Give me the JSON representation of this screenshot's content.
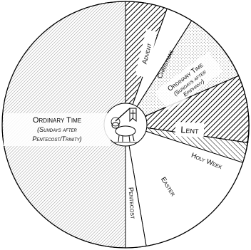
{
  "diagram": {
    "segments": [
      {
        "key": "advent",
        "label": "Advent",
        "pattern": "dense-diagonal"
      },
      {
        "key": "christmas",
        "label": "Christmas",
        "pattern": "none"
      },
      {
        "key": "epiphany",
        "label": "Ordinary Time",
        "sublabel_1": "(Sundays after",
        "sublabel_2": "Epiphany)",
        "pattern": "dots"
      },
      {
        "key": "lent",
        "label": "Lent",
        "pattern": "dense-diagonal"
      },
      {
        "key": "holyweek",
        "label": "Holy Week",
        "pattern": "diagonal"
      },
      {
        "key": "easter",
        "label": "Easter",
        "pattern": "none"
      },
      {
        "key": "pentecost",
        "label": "Pentecost",
        "pattern": "none"
      },
      {
        "key": "trinity",
        "label": "Ordinary Time",
        "sublabel_1": "(Sundays after",
        "sublabel_2": "Pentecost/Trinity)",
        "pattern": "dots"
      }
    ],
    "center_emblem": "lamb-with-banner-icon"
  }
}
